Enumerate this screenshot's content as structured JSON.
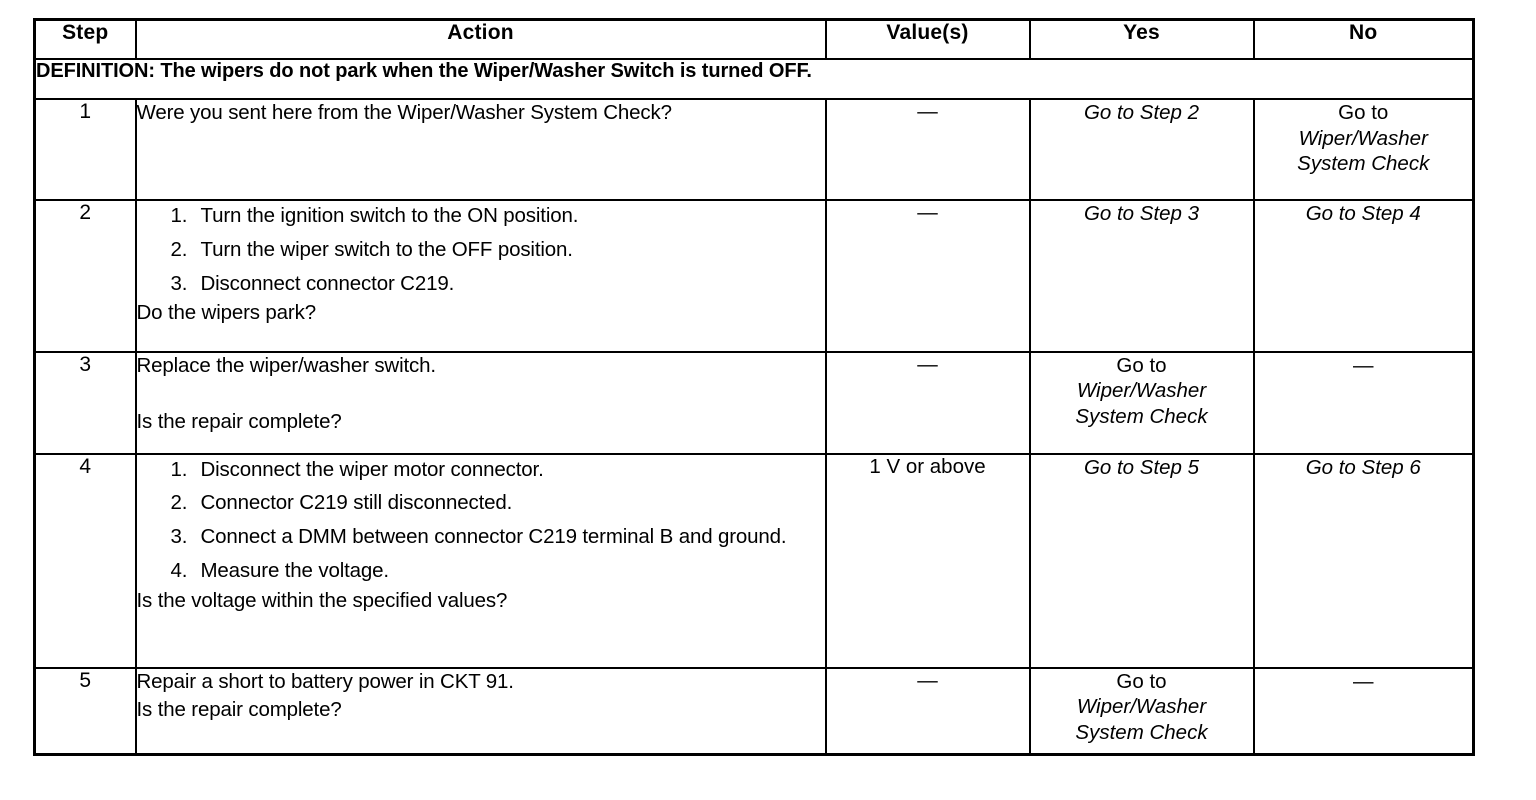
{
  "document": {
    "type": "diagnostic-table",
    "columns": [
      "Step",
      "Action",
      "Value(s)",
      "Yes",
      "No"
    ],
    "definition": "DEFINITION: The wipers do not park when the Wiper/Washer Switch is turned OFF.",
    "dash": "—",
    "go_to_label": "Go to"
  },
  "rows": [
    {
      "step": "1",
      "action": {
        "lead": "Were you sent here from the Wiper/Washer System Check?",
        "substeps": [],
        "tail": ""
      },
      "value": "—",
      "yes": {
        "prefix": "",
        "target": "Go to Step 2"
      },
      "no": {
        "prefix": "Go to",
        "target_line1": "Wiper/Washer",
        "target_line2": "System Check"
      }
    },
    {
      "step": "2",
      "action": {
        "lead": "",
        "substeps": [
          "Turn the ignition switch to the ON position.",
          "Turn the wiper switch to the OFF position.",
          "Disconnect connector C219."
        ],
        "tail": "Do the wipers park?"
      },
      "value": "—",
      "yes": {
        "prefix": "",
        "target": "Go to Step 3"
      },
      "no": {
        "prefix": "",
        "target": "Go to Step 4"
      }
    },
    {
      "step": "3",
      "action": {
        "lead": "Replace the wiper/washer switch.",
        "substeps": [],
        "tail": "Is the repair complete?"
      },
      "value": "—",
      "yes": {
        "prefix": "Go to",
        "target_line1": "Wiper/Washer",
        "target_line2": "System Check"
      },
      "no": {
        "prefix": "",
        "target": "—"
      }
    },
    {
      "step": "4",
      "action": {
        "lead": "",
        "substeps": [
          "Disconnect the wiper motor connector.",
          "Connector C219 still disconnected.",
          "Connect a DMM between connector C219 terminal B and ground.",
          "Measure the voltage."
        ],
        "tail": "Is the voltage within the specified values?"
      },
      "value": "1 V or above",
      "yes": {
        "prefix": "",
        "target": "Go to Step 5"
      },
      "no": {
        "prefix": "",
        "target": "Go to Step 6"
      }
    },
    {
      "step": "5",
      "action": {
        "lead": "Repair a short to battery power in CKT 91.",
        "substeps": [],
        "tail": "Is the repair complete?"
      },
      "value": "—",
      "yes": {
        "prefix": "Go to",
        "target_line1": "Wiper/Washer",
        "target_line2": "System Check"
      },
      "no": {
        "prefix": "",
        "target": "—"
      }
    }
  ],
  "colors": {
    "ink": "#000000",
    "paper": "#ffffff"
  }
}
